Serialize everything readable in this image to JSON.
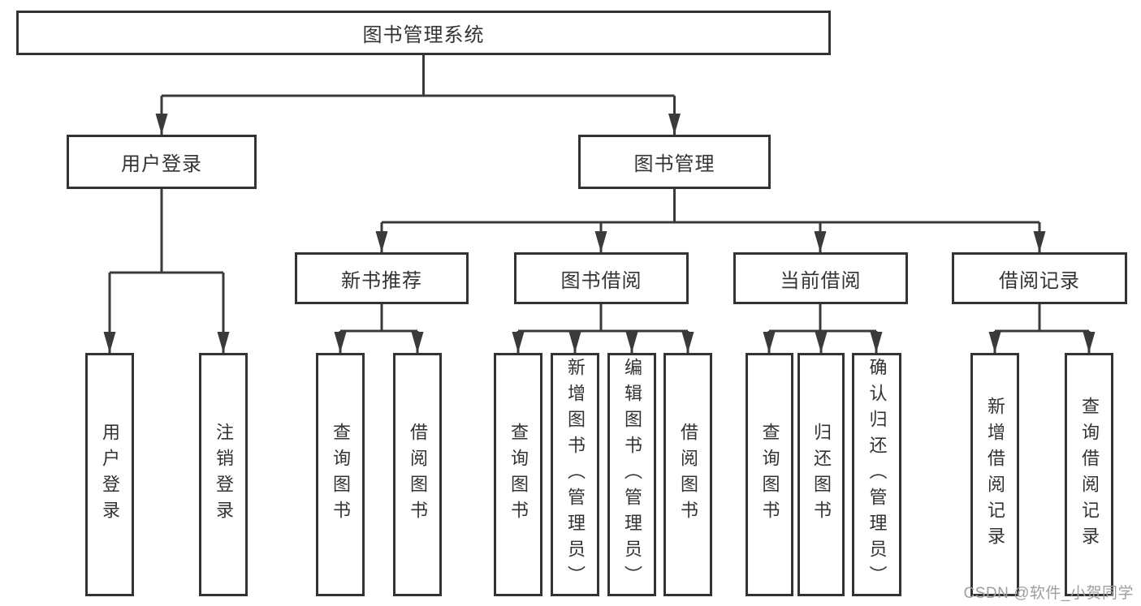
{
  "diagram_title": "图书管理系统",
  "tree": {
    "label": "图书管理系统",
    "children": [
      {
        "label": "用户登录",
        "children": [
          {
            "label": "用户登录"
          },
          {
            "label": "注销登录"
          }
        ]
      },
      {
        "label": "图书管理",
        "children": [
          {
            "label": "新书推荐",
            "children": [
              {
                "label": "查询图书"
              },
              {
                "label": "借阅图书"
              }
            ]
          },
          {
            "label": "图书借阅",
            "children": [
              {
                "label": "查询图书"
              },
              {
                "label": "新增图书（管理员）"
              },
              {
                "label": "编辑图书（管理员）"
              },
              {
                "label": "借阅图书"
              }
            ]
          },
          {
            "label": "当前借阅",
            "children": [
              {
                "label": "查询图书"
              },
              {
                "label": "归还图书"
              },
              {
                "label": "确认归还（管理员）"
              }
            ]
          },
          {
            "label": "借阅记录",
            "children": [
              {
                "label": "新增借阅记录"
              },
              {
                "label": "查询借阅记录"
              }
            ]
          }
        ]
      }
    ]
  },
  "watermark": {
    "text": "CSDN @软件_小贺同学",
    "color": "#9e9e9e"
  },
  "colors": {
    "line": "#3a3a3a",
    "box_border": "#333333",
    "box_background": "#ffffff",
    "text": "#333333",
    "page_background": "#ffffff"
  }
}
